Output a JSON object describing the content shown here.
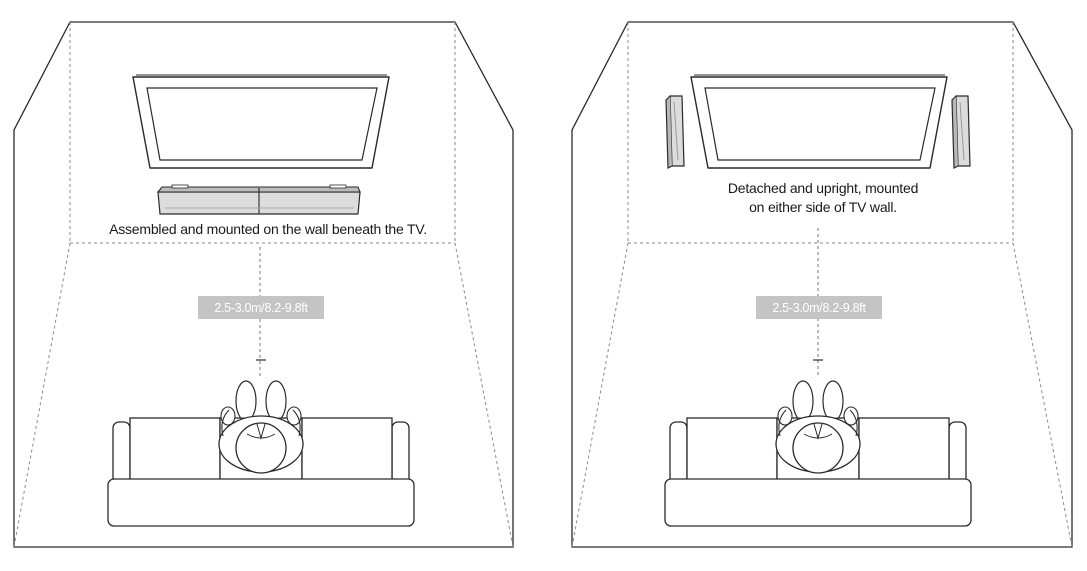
{
  "panels": [
    {
      "caption_lines": [
        "Assembled and mounted on the wall beneath the TV."
      ],
      "distance_label": "2.5-3.0m/8.2-9.8ft"
    },
    {
      "caption_lines": [
        "Detached and upright, mounted",
        "on either side of TV wall."
      ],
      "distance_label": "2.5-3.0m/8.2-9.8ft"
    }
  ],
  "colors": {
    "line": "#2a2a2a",
    "label_bg": "#c4c4c4",
    "label_text": "#ffffff",
    "dashed": "#999999",
    "soundbar_fill": "#dcdcdc"
  },
  "icons": [
    "room-outline",
    "tv-screen-icon",
    "soundbar-icon",
    "speaker-icon",
    "sofa-icon",
    "person-icon"
  ]
}
